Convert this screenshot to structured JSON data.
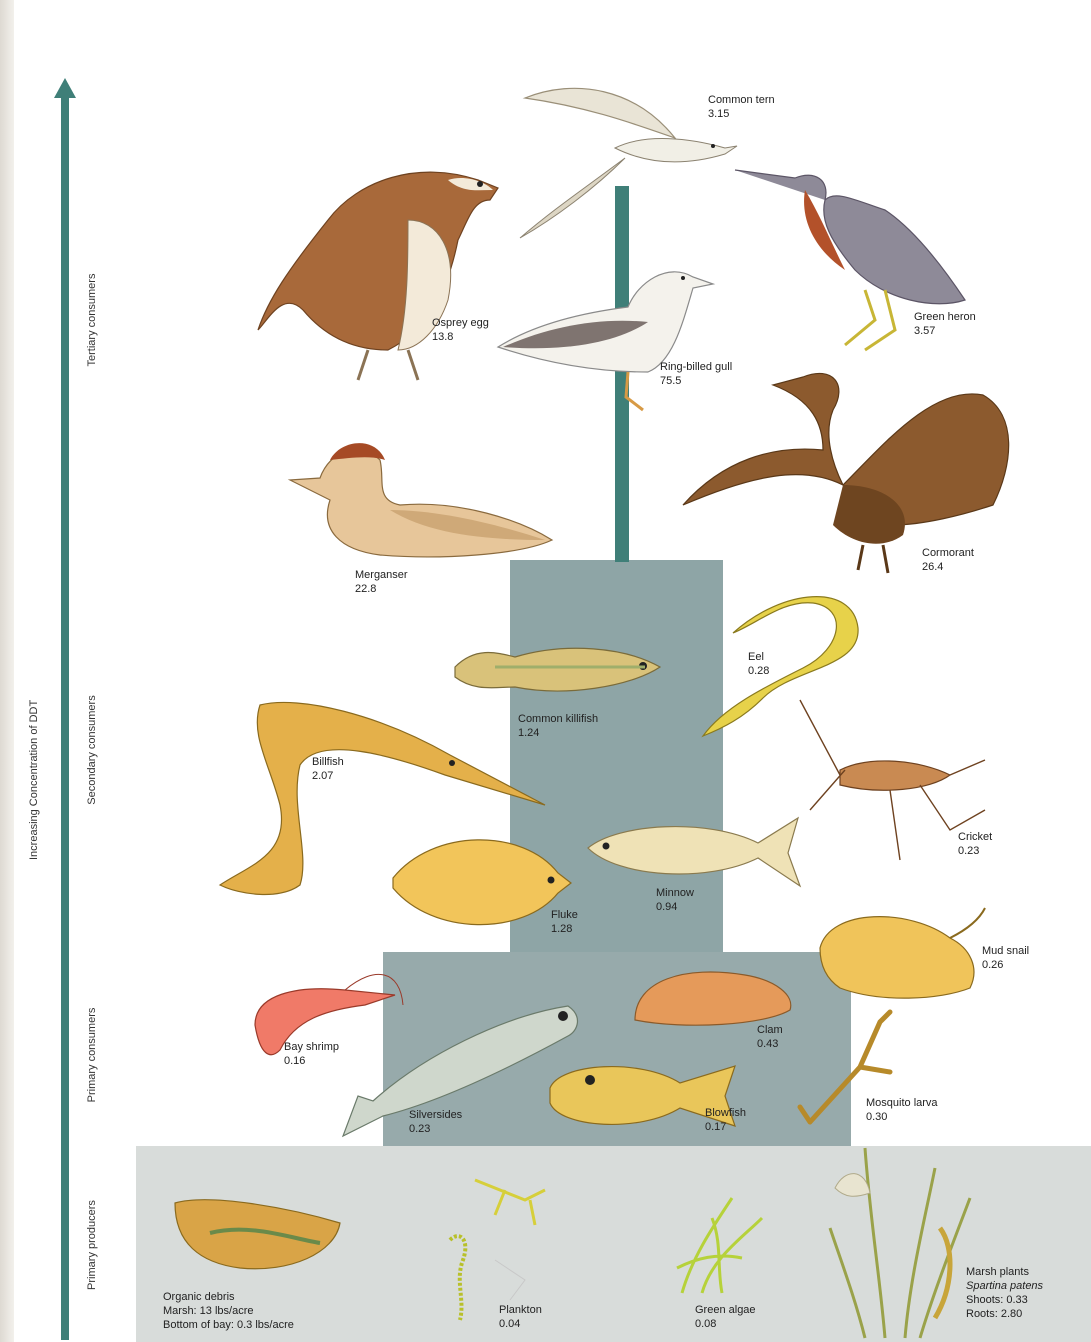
{
  "axis": {
    "label": "Increasing Concentration of DDT"
  },
  "levels": [
    {
      "id": "tertiary",
      "label": "Tertiary consumers"
    },
    {
      "id": "secondary",
      "label": "Secondary consumers"
    },
    {
      "id": "primary",
      "label": "Primary consumers"
    },
    {
      "id": "producers",
      "label": "Primary producers"
    }
  ],
  "organisms": {
    "common_tern": {
      "name": "Common tern",
      "value": "3.15"
    },
    "osprey_egg": {
      "name": "Osprey egg",
      "value": "13.8"
    },
    "green_heron": {
      "name": "Green heron",
      "value": "3.57"
    },
    "ring_billed_gull": {
      "name": "Ring-billed gull",
      "value": "75.5"
    },
    "merganser": {
      "name": "Merganser",
      "value": "22.8"
    },
    "cormorant": {
      "name": "Cormorant",
      "value": "26.4"
    },
    "eel": {
      "name": "Eel",
      "value": "0.28"
    },
    "common_killifish": {
      "name": "Common killifish",
      "value": "1.24"
    },
    "billfish": {
      "name": "Billfish",
      "value": "2.07"
    },
    "cricket": {
      "name": "Cricket",
      "value": "0.23"
    },
    "minnow": {
      "name": "Minnow",
      "value": "0.94"
    },
    "fluke": {
      "name": "Fluke",
      "value": "1.28"
    },
    "mud_snail": {
      "name": "Mud snail",
      "value": "0.26"
    },
    "bay_shrimp": {
      "name": "Bay shrimp",
      "value": "0.16"
    },
    "clam": {
      "name": "Clam",
      "value": "0.43"
    },
    "silversides": {
      "name": "Silversides",
      "value": "0.23"
    },
    "blowfish": {
      "name": "Blowfish",
      "value": "0.17"
    },
    "mosquito_larva": {
      "name": "Mosquito larva",
      "value": "0.30"
    },
    "organic_debris": {
      "name": "Organic debris",
      "line1": "Marsh: 13 lbs/acre",
      "line2": "Bottom of bay: 0.3 lbs/acre"
    },
    "plankton": {
      "name": "Plankton",
      "value": "0.04"
    },
    "green_algae": {
      "name": "Green algae",
      "value": "0.08"
    },
    "marsh_plants": {
      "name": "Marsh plants",
      "species": "Spartina patens",
      "line1": "Shoots: 0.33",
      "line2": "Roots: 2.80"
    }
  },
  "colors": {
    "arrow": "#3f7f78",
    "band_secondary": "#8ea5a6",
    "band_primary": "#97aaab",
    "band_producers": "#d8dcda"
  }
}
